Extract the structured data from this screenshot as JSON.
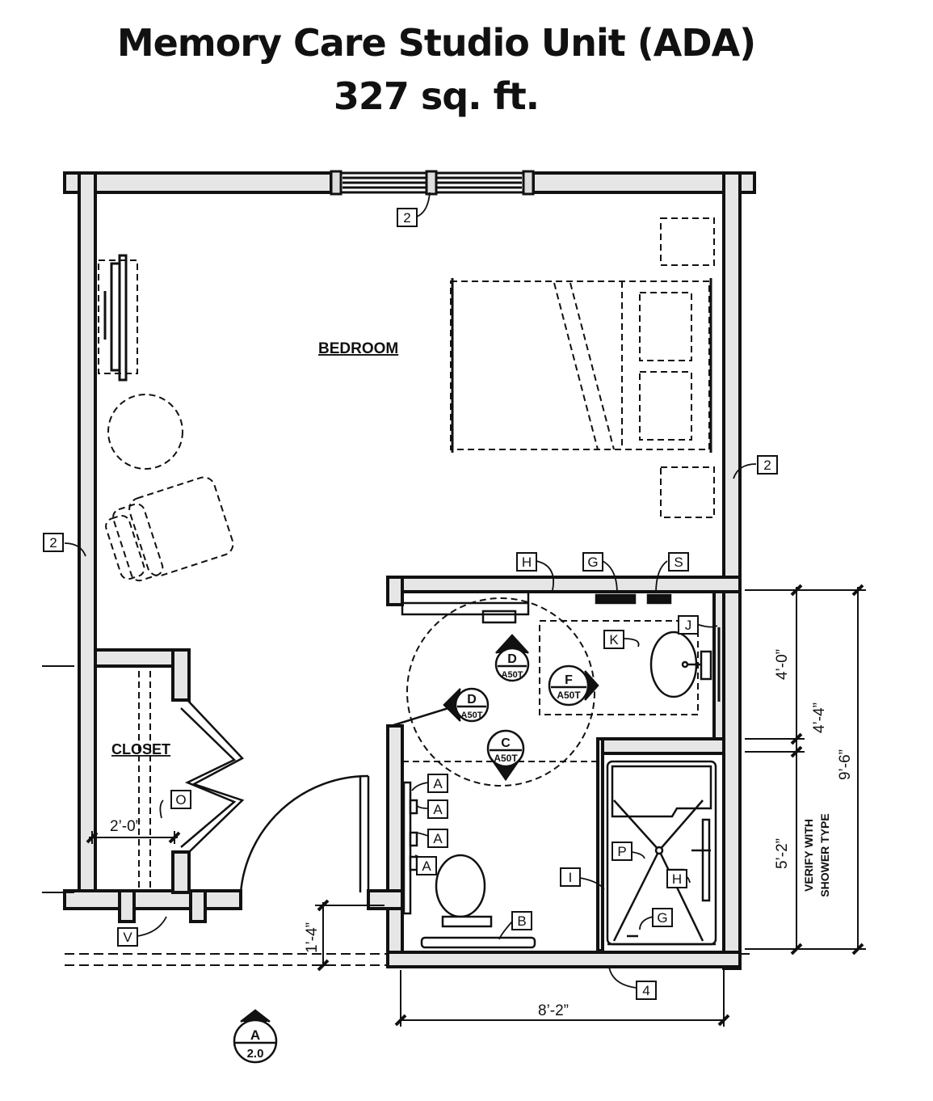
{
  "title": "Memory Care Studio Unit (ADA)",
  "area": "327 sq. ft.",
  "rooms": {
    "bedroom": "BEDROOM",
    "closet": "CLOSET"
  },
  "tags": {
    "t2_top": "2",
    "t2_right": "2",
    "t2_left": "2",
    "H_top": "H",
    "G_top": "G",
    "S": "S",
    "J": "J",
    "K": "K",
    "A1": "A",
    "A2": "A",
    "A3": "A",
    "A4": "A",
    "B": "B",
    "I": "I",
    "P": "P",
    "H_shower": "H",
    "G_shower": "G",
    "O": "O",
    "V": "V",
    "four": "4"
  },
  "section_marks": {
    "d1_letter": "D",
    "d1_sheet": "A50T",
    "d2_letter": "D",
    "d2_sheet": "A50T",
    "f_letter": "F",
    "f_sheet": "A50T",
    "c_letter": "C",
    "c_sheet": "A50T",
    "a_letter": "A",
    "a_sheet": "2.0"
  },
  "dimensions": {
    "closet_width": "2’-0”",
    "bath_width": "8’-2”",
    "offset": "1’-4”",
    "vanity": "4’-0”",
    "gap": "4’-4”",
    "shower": "5’-2”",
    "total": "9’-6”",
    "shower_note_1": "VERIFY WITH",
    "shower_note_2": "SHOWER TYPE"
  }
}
